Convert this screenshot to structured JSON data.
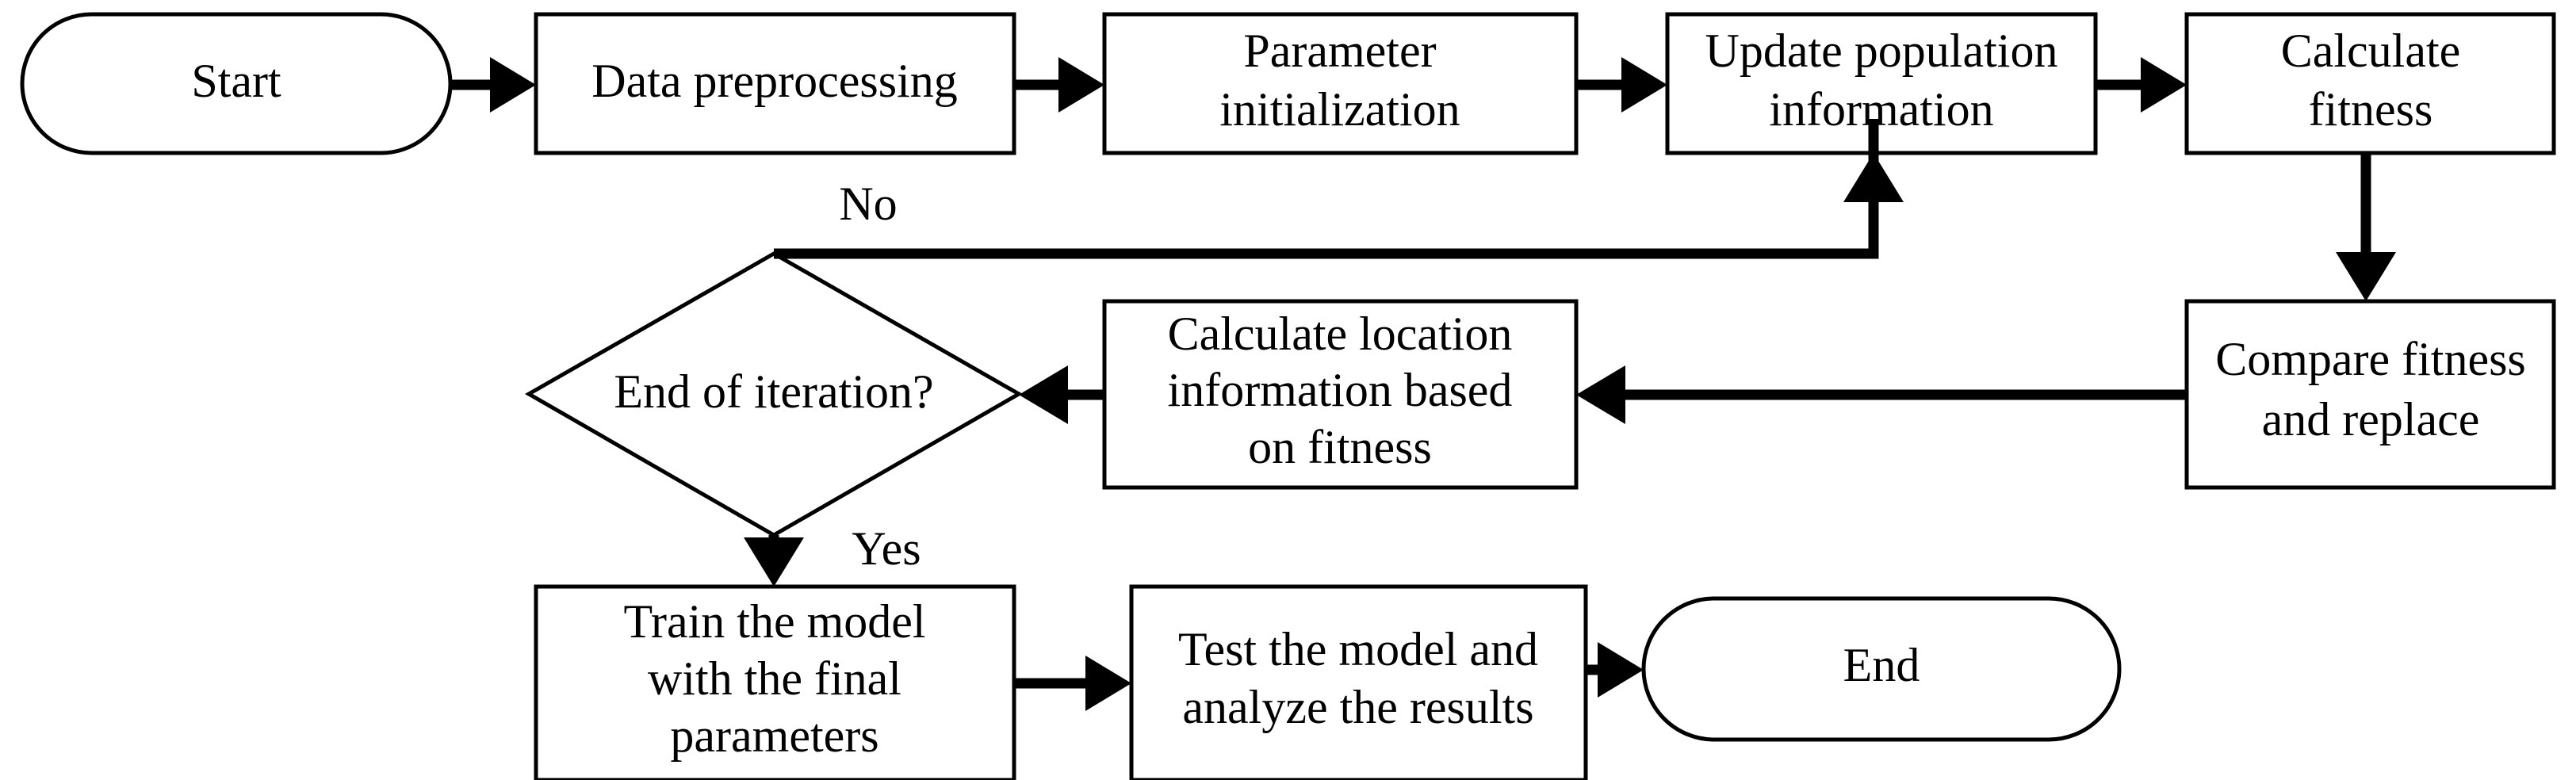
{
  "diagram": {
    "title": "Algorithm optimization flowchart",
    "type": "flowchart",
    "background_color": "#ffffff",
    "stroke_color": "#000000",
    "nodes": [
      {
        "id": "start",
        "shape": "stadium",
        "lines": [
          "Start"
        ]
      },
      {
        "id": "preprocess",
        "shape": "rectangle",
        "lines": [
          "Data preprocessing"
        ]
      },
      {
        "id": "paraminit",
        "shape": "rectangle",
        "lines": [
          "Parameter",
          "initialization"
        ]
      },
      {
        "id": "updatepop",
        "shape": "rectangle",
        "lines": [
          "Update population",
          "information"
        ]
      },
      {
        "id": "calcfit",
        "shape": "rectangle",
        "lines": [
          "Calculate",
          "fitness"
        ]
      },
      {
        "id": "compare",
        "shape": "rectangle",
        "lines": [
          "Compare fitness",
          "and replace"
        ]
      },
      {
        "id": "calcloc",
        "shape": "rectangle",
        "lines": [
          "Calculate location",
          "information based",
          "on fitness"
        ]
      },
      {
        "id": "decision",
        "shape": "diamond",
        "lines": [
          "End of iteration?"
        ]
      },
      {
        "id": "train",
        "shape": "rectangle",
        "lines": [
          "Train the model",
          "with the final",
          "parameters"
        ]
      },
      {
        "id": "test",
        "shape": "rectangle",
        "lines": [
          "Test the model and",
          "analyze the results"
        ]
      },
      {
        "id": "end",
        "shape": "stadium",
        "lines": [
          "End"
        ]
      }
    ],
    "edge_labels": {
      "no": "No",
      "yes": "Yes"
    },
    "edges": [
      {
        "from": "start",
        "to": "preprocess",
        "label": ""
      },
      {
        "from": "preprocess",
        "to": "paraminit",
        "label": ""
      },
      {
        "from": "paraminit",
        "to": "updatepop",
        "label": ""
      },
      {
        "from": "updatepop",
        "to": "calcfit",
        "label": ""
      },
      {
        "from": "calcfit",
        "to": "compare",
        "label": ""
      },
      {
        "from": "compare",
        "to": "calcloc",
        "label": ""
      },
      {
        "from": "calcloc",
        "to": "decision",
        "label": ""
      },
      {
        "from": "decision",
        "to": "updatepop",
        "label": "No"
      },
      {
        "from": "decision",
        "to": "train",
        "label": "Yes"
      },
      {
        "from": "train",
        "to": "test",
        "label": ""
      },
      {
        "from": "test",
        "to": "end",
        "label": ""
      }
    ]
  }
}
